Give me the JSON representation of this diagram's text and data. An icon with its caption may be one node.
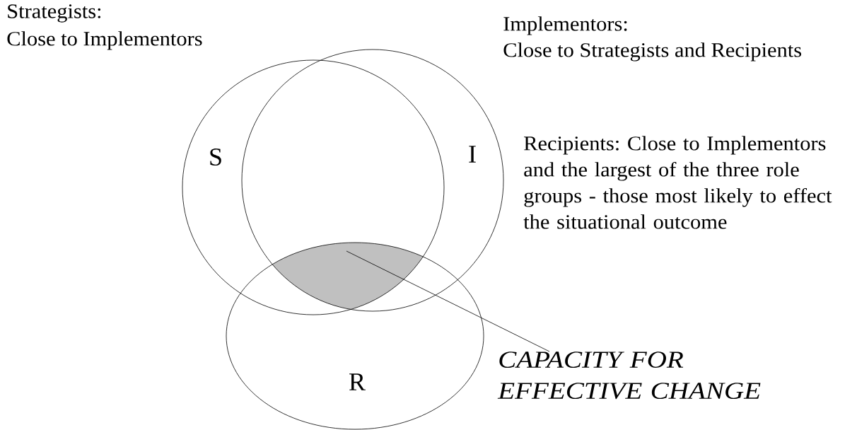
{
  "diagram": {
    "nodes": [
      {
        "text": [
          "S"
        ]
      },
      {
        "text": [
          "I"
        ]
      },
      {
        "text": [
          "R"
        ]
      },
      {
        "text": [],
        "shape": "area"
      },
      {
        "text": [
          "CAPACITY FOR EFFECTIVE CHANGE"
        ]
      }
    ],
    "edges": [
      {
        "from": 4,
        "to": 3,
        "arrow": "none"
      }
    ],
    "labels": [
      "Strategists:",
      "Close to Implementors",
      "Implementors:",
      "Close to Strategists and Recipients",
      "Recipients: Close to Implementors and the largest of the three role groups - those most likely to effect the situational outcome"
    ]
  }
}
